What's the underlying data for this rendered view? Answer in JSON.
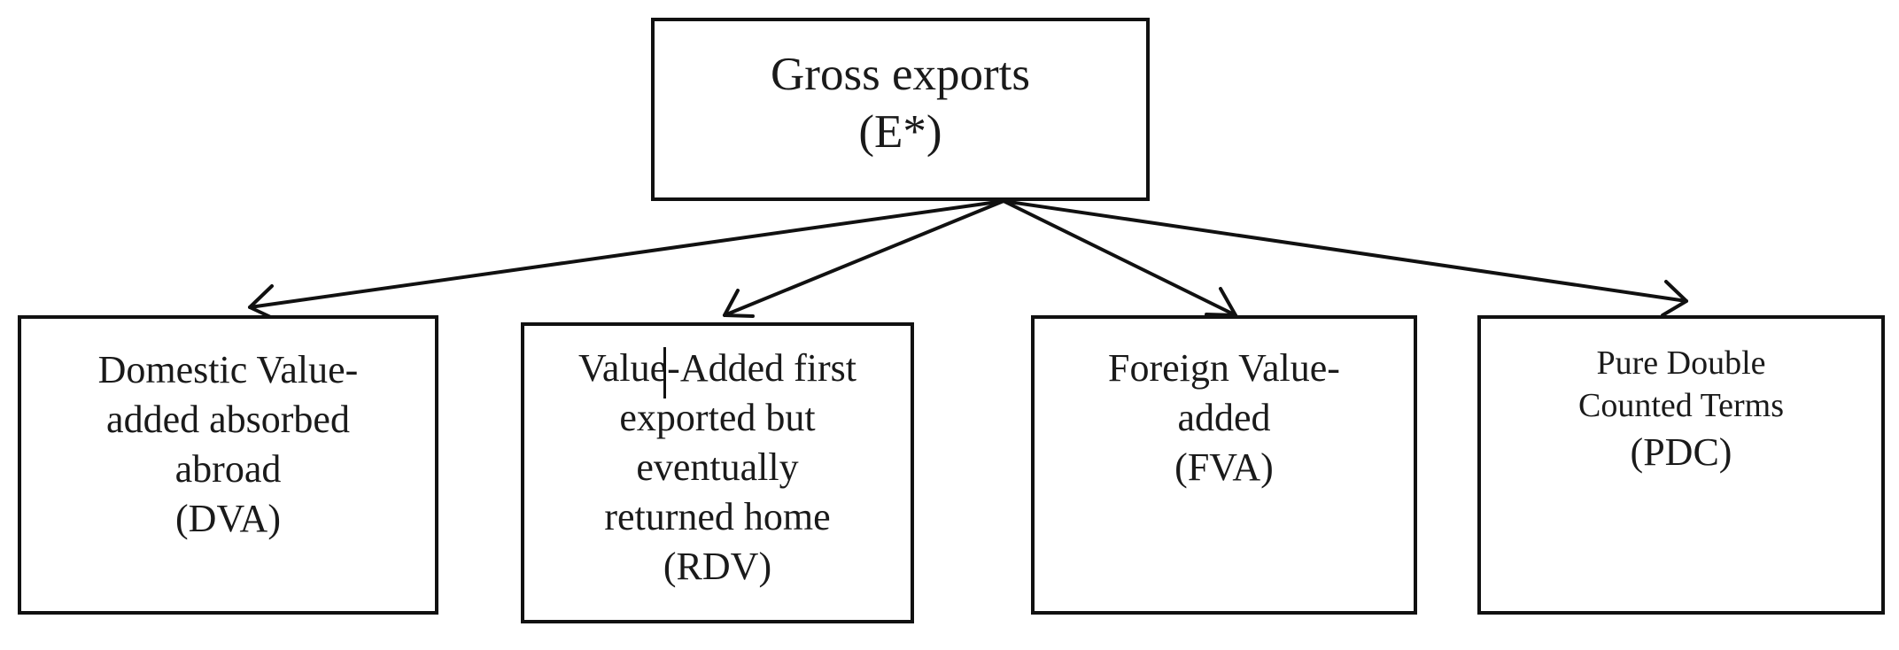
{
  "root": {
    "lines": [
      "Gross exports",
      "(E*)"
    ]
  },
  "children": [
    {
      "id": "dva",
      "lines": [
        "Domestic Value-",
        "added absorbed",
        "abroad",
        "(DVA)"
      ]
    },
    {
      "id": "rdv",
      "lines": [
        "Value-Added first",
        "exported but",
        "eventually",
        "returned home",
        "(RDV)"
      ]
    },
    {
      "id": "fva",
      "lines": [
        "Foreign Value-",
        "added",
        "(FVA)"
      ]
    },
    {
      "id": "pdc",
      "lines": [
        "Pure Double",
        "Counted Terms",
        "(PDC)"
      ]
    }
  ]
}
